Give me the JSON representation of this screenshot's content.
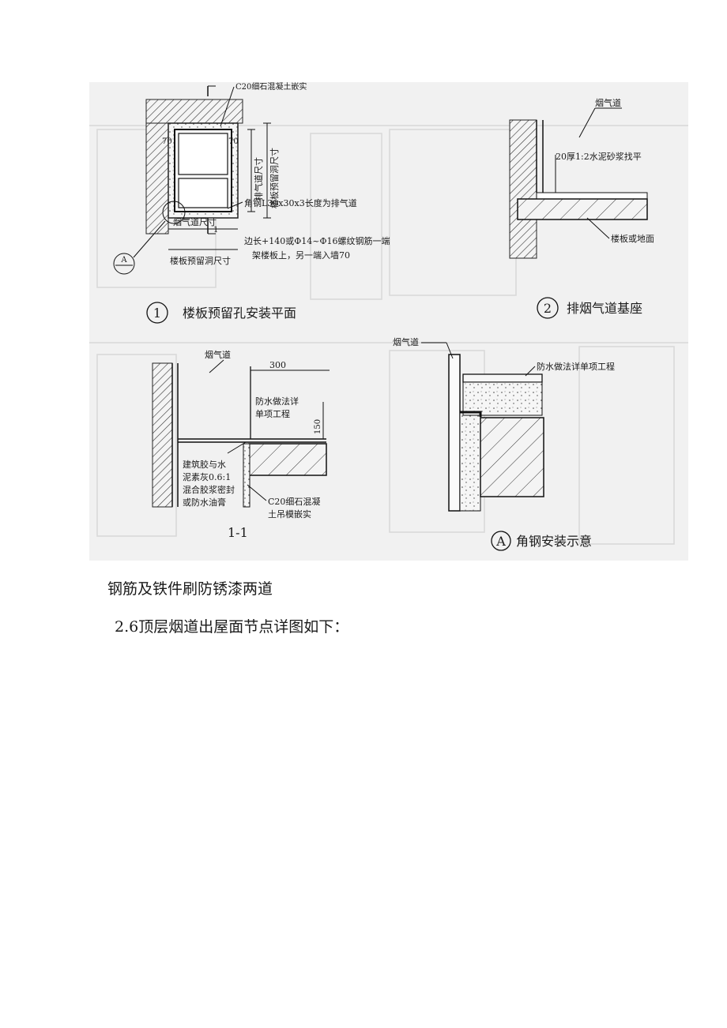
{
  "figure": {
    "plan": {
      "top_callout": "C20细石混凝土嵌实",
      "dim_left": "70",
      "dim_right": "70",
      "section_mark": "1",
      "vertical_label_1": "排气道尺寸",
      "vertical_label_2": "楼板预留洞尺寸",
      "angle_note_1": "角钢L30x30x3长度为排气道",
      "angle_note_2": "边长+140或Φ14~Φ16螺纹钢筋一端",
      "angle_note_3": "架楼板上，另一端入墙70",
      "bottom_label_1": "烟气道尺寸",
      "bottom_label_2": "楼板预留洞尺寸",
      "detail_mark": "A",
      "title_num": "1",
      "title": "楼板预留孔安装平面"
    },
    "base": {
      "flue_label": "烟气道",
      "mortar_note": "20厚1:2水泥砂浆找平",
      "slab_note": "楼板或地面",
      "title_num": "2",
      "title": "排烟气道基座"
    },
    "section": {
      "flue_label": "烟气道",
      "dim_300": "300",
      "dim_150": "150",
      "waterproof_1": "防水做法详",
      "waterproof_2": "单项工程",
      "sealant_1": "建筑胶与水",
      "sealant_2": "泥素灰0.6:1",
      "sealant_3": "混合胶浆密封",
      "sealant_4": "或防水油膏",
      "concrete_1": "C20细石混凝",
      "concrete_2": "土吊模嵌实",
      "title": "1-1"
    },
    "angle": {
      "flue_label": "烟气道",
      "waterproof": "防水做法详单项工程",
      "title_mark": "A",
      "title": "角钢安装示意"
    }
  },
  "paragraphs": {
    "line1": "钢筋及铁件刷防锈漆两道",
    "line2": "2.6顶层烟道出屋面节点详图如下："
  }
}
